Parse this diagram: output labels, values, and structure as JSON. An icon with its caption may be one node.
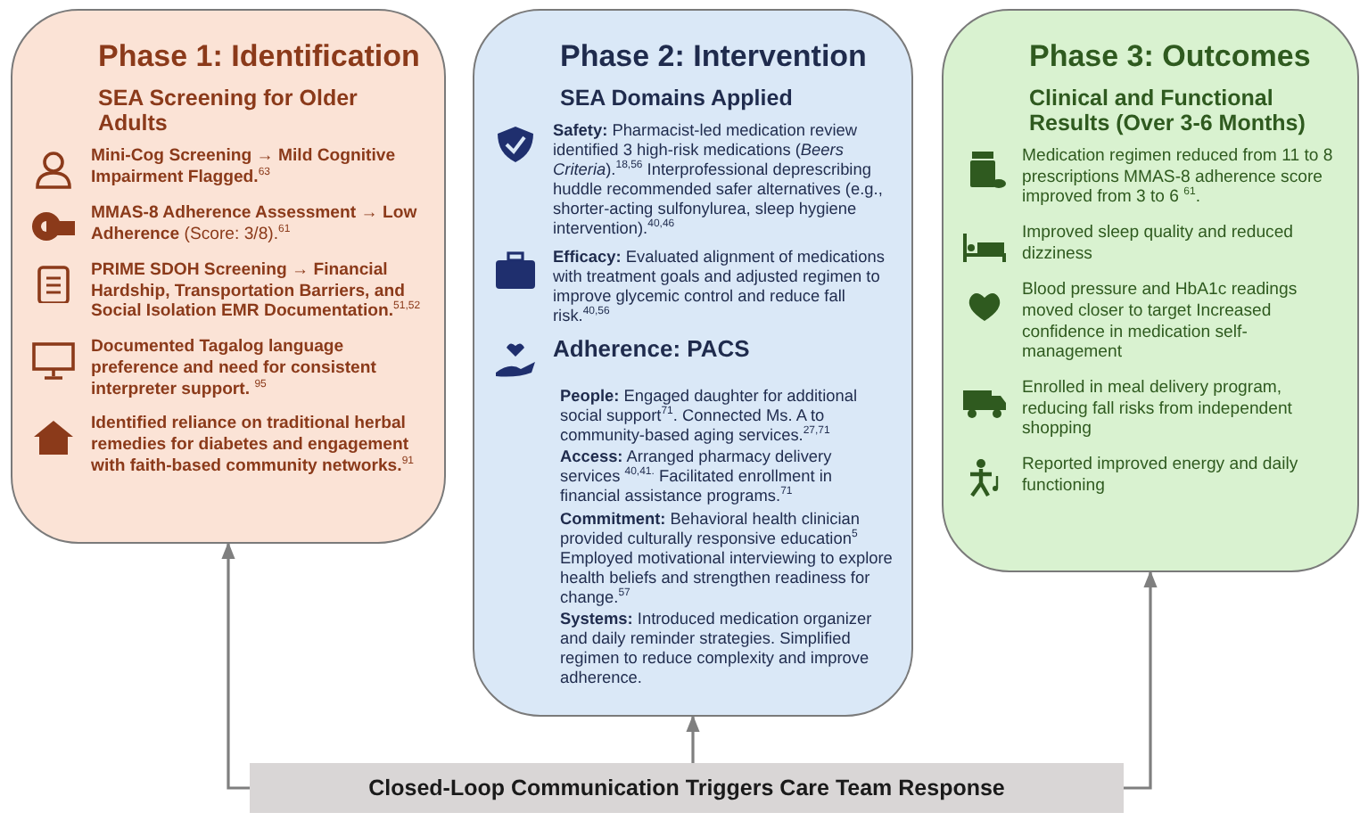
{
  "diagram": {
    "nodes": [
      {
        "text": [
          "Phase 1: Identification",
          "SEA Screening for Older Adults",
          "**Mini-Cog Screening → Mild Cognitive Impairment Flagged.**$^{63}$",
          "**MMAS-8 Adherence Assessment → Low Adherence** (Score: 3/8).$^{61}$",
          "**PRIME SDOH Screening → Financial Hardship, Transportation Barriers, and Social Isolation EMR Documentation.**$^{51,52}$",
          "**Documented Tagalog language preference and need for consistent interpreter support.** $^{95}$",
          "**Identified reliance on traditional herbal remedies for diabetes and engagement with faith-based community networks.**$^{91}$"
        ]
      },
      {
        "text": [
          "Phase 2: Intervention",
          "SEA Domains Applied",
          "**Safety:** Pharmacist-led medication review identified 3 high-risk medications (*Beers Criteria*).$^{18,56}$ Interprofessional deprescribing huddle recommended safer alternatives (e.g., shorter-acting sulfonylurea, sleep hygiene intervention).$^{40,46}$",
          "**Efficacy:** Evaluated alignment of medications with treatment goals and adjusted regimen to improve glycemic control and reduce fall risk.$^{40,56}$",
          "Adherence: PACS",
          "**People:** Engaged daughter for additional social support$^{71}$. Connected Ms. A to community-based aging services.$^{27,71}$",
          "**Access:** Arranged pharmacy delivery services $^{40,41.}$ Facilitated enrollment in financial assistance programs.$^{71}$",
          "**Commitment:** Behavioral health clinician provided culturally responsive education$^{5}$ Employed motivational interviewing to explore health beliefs and strengthen readiness for change.$^{57}$",
          "**Systems:** Introduced medication organizer and daily reminder strategies. Simplified regimen to reduce complexity and improve adherence."
        ]
      },
      {
        "text": [
          "Phase 3: Outcomes",
          "Clinical and Functional Results (Over 3-6 Months)",
          "Medication regimen reduced from 11 to 8 prescriptions MMAS-8 adherence score improved from 3 to 6 $^{61}$.",
          "Improved sleep quality and reduced dizziness",
          "Blood pressure and HbA1c readings moved closer to target Increased confidence in medication self-management",
          "Enrolled in meal delivery program, reducing fall risks from independent shopping",
          "Reported improved energy and daily functioning"
        ]
      },
      {
        "text": [
          "Closed-Loop Communication Triggers Care Team Response"
        ]
      }
    ],
    "edges": [
      {
        "from": 3,
        "to": 0,
        "arrow": "to"
      },
      {
        "from": 3,
        "to": 1,
        "arrow": "to"
      },
      {
        "from": 3,
        "to": 2,
        "arrow": "to"
      }
    ]
  }
}
